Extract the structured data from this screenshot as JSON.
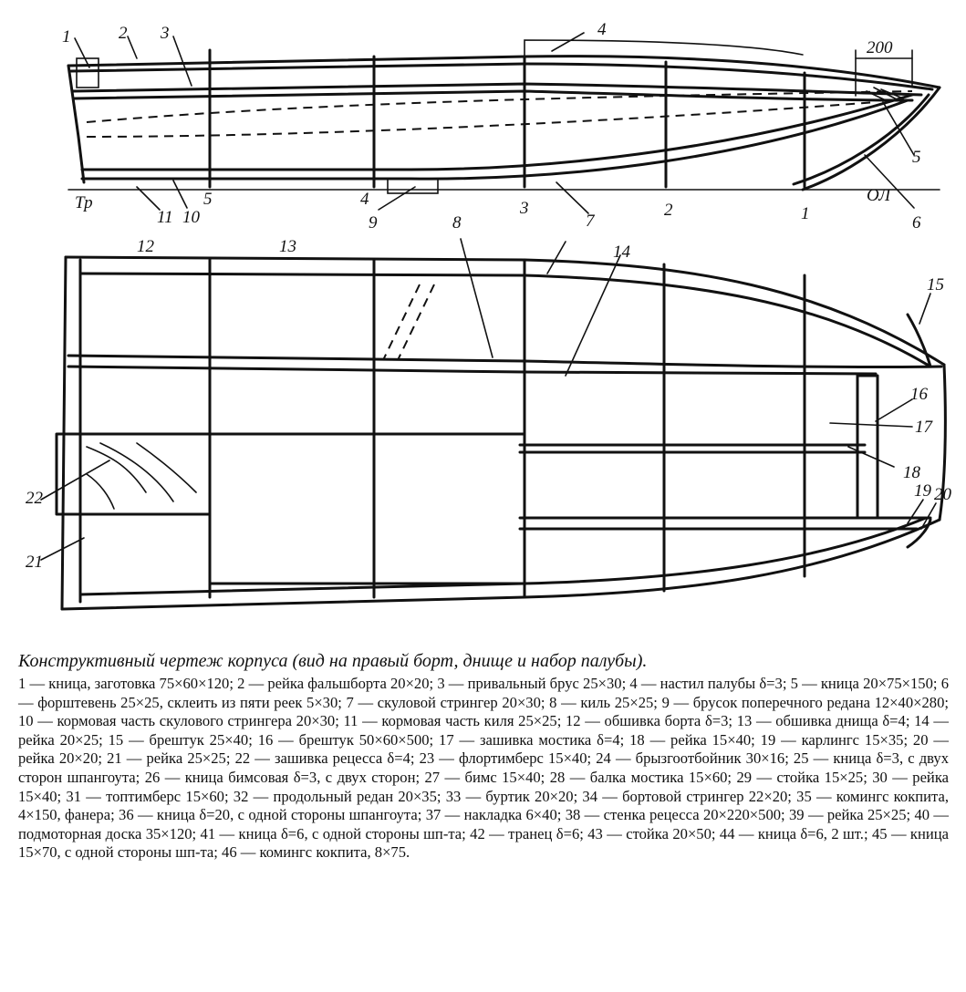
{
  "side_view": {
    "labels": {
      "n1": "1",
      "n2": "2",
      "n3": "3",
      "n4": "4",
      "n5": "5",
      "n6": "6",
      "n7": "7",
      "n8": "8",
      "n9": "9",
      "n10": "10",
      "n11": "11",
      "tr": "Тр",
      "ol": "ОЛ",
      "dim200": "200",
      "st5": "5",
      "st4": "4",
      "st3": "3",
      "st2": "2",
      "st1": "1"
    }
  },
  "plan_view": {
    "labels": {
      "n12": "12",
      "n13": "13",
      "n14": "14",
      "n15": "15",
      "n16": "16",
      "n17": "17",
      "n18": "18",
      "n19": "19",
      "n20": "20",
      "n21": "21",
      "n22": "22"
    }
  },
  "caption": {
    "title": "Конструктивный чертеж корпуса (вид на правый борт, днище и набор палубы).",
    "body": "1 — кница, заготовка 75×60×120; 2 — рейка фальшборта 20×20; 3 — привальный брус 25×30; 4 — настил палубы δ=3; 5 — кница 20×75×150; 6 — форштевень 25×25, склеить из пяти реек 5×30; 7 — скуловой стрингер 20×30; 8 — киль 25×25; 9 — брусок поперечного редана 12×40×280; 10 — кормовая часть скулового стрингера 20×30; 11 — кормовая часть киля 25×25; 12 — обшивка борта δ=3; 13 — обшивка днища δ=4; 14 — рейка 20×25; 15 — брештук 25×40; 16 — брештук 50×60×500; 17 — зашивка мостика δ=4; 18 — рейка 15×40; 19 — карлингс 15×35; 20 — рейка 20×20; 21 — рейка 25×25; 22 — зашивка рецесса δ=4; 23 — флортимберс 15×40; 24 — брызгоотбойник 30×16; 25 — кница δ=3, с двух сторон шпангоута; 26 — кница бимсовая δ=3, с двух сторон; 27 — бимс 15×40; 28 — балка мостика 15×60; 29 — стойка 15×25; 30 — рейка 15×40; 31 — топтимберс 15×60; 32 — продольный редан 20×35; 33 — буртик 20×20; 34 — бортовой стрингер 22×20; 35 — комингс кокпита, 4×150, фанера; 36 — кница δ=20, с одной стороны шпангоута; 37 — накладка 6×40; 38 — стенка рецесса 20×220×500; 39 — рейка 25×25; 40 — подмоторная доска 35×120; 41 — кница δ=6, с одной стороны шп-та; 42 — транец δ=6; 43 — стойка 20×50; 44 — кница δ=6, 2 шт.; 45 — кница 15×70, с одной стороны шп-та; 46 — комингс кокпита, 8×75."
  }
}
